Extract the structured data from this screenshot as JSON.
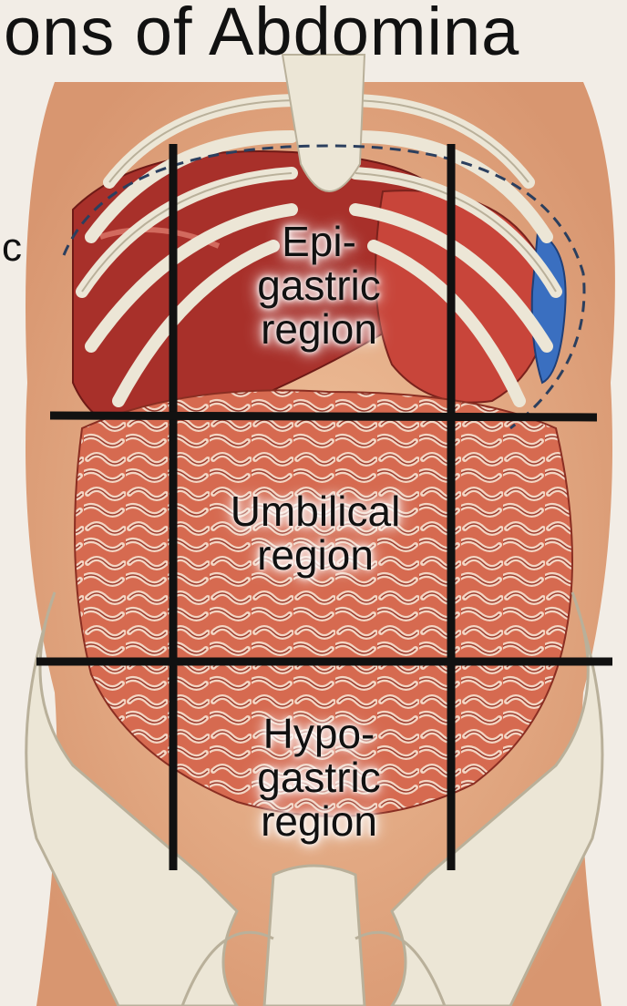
{
  "title": "ons of Abdomina",
  "edge_label": "c",
  "regions": {
    "epigastric": {
      "line1": "Epi-",
      "line2": "gastric",
      "line3": "region"
    },
    "umbilical": {
      "line1": "Umbilical",
      "line2": "region"
    },
    "hypogastric": {
      "line1": "Hypo-",
      "line2": "gastric",
      "line3": "region"
    }
  },
  "colors": {
    "skin": "#e8b08a",
    "liver": "#a8302a",
    "intestine": "#d8684e",
    "bone": "#e8e2d2",
    "spleen": "#3a6fc0",
    "grid_line": "#111111"
  }
}
